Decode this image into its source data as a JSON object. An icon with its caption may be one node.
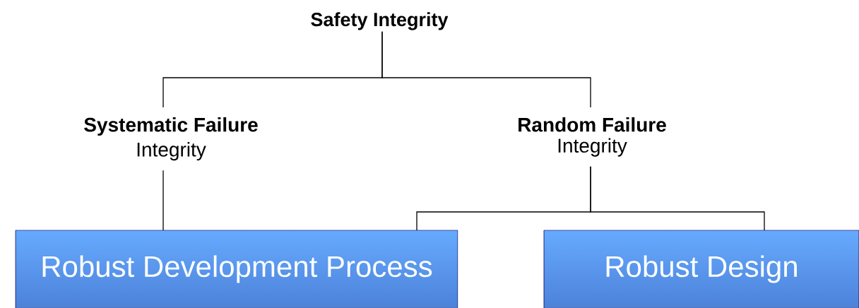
{
  "diagram": {
    "nodes": [
      {
        "text": [
          "Safety Integrity"
        ]
      },
      {
        "text": [
          "Systematic Failure",
          "Integrity"
        ]
      },
      {
        "text": [
          "Random Failure",
          "Integrity"
        ]
      },
      {
        "text": [
          "Robust Development Process"
        ]
      },
      {
        "text": [
          "Robust Design"
        ]
      }
    ],
    "edges": [
      {
        "from": 0,
        "to": 1,
        "arrow": "none"
      },
      {
        "from": 0,
        "to": 2,
        "arrow": "none"
      },
      {
        "from": 1,
        "to": 3,
        "arrow": "none"
      },
      {
        "from": 2,
        "to": 3,
        "arrow": "none"
      },
      {
        "from": 2,
        "to": 4,
        "arrow": "none"
      }
    ]
  }
}
